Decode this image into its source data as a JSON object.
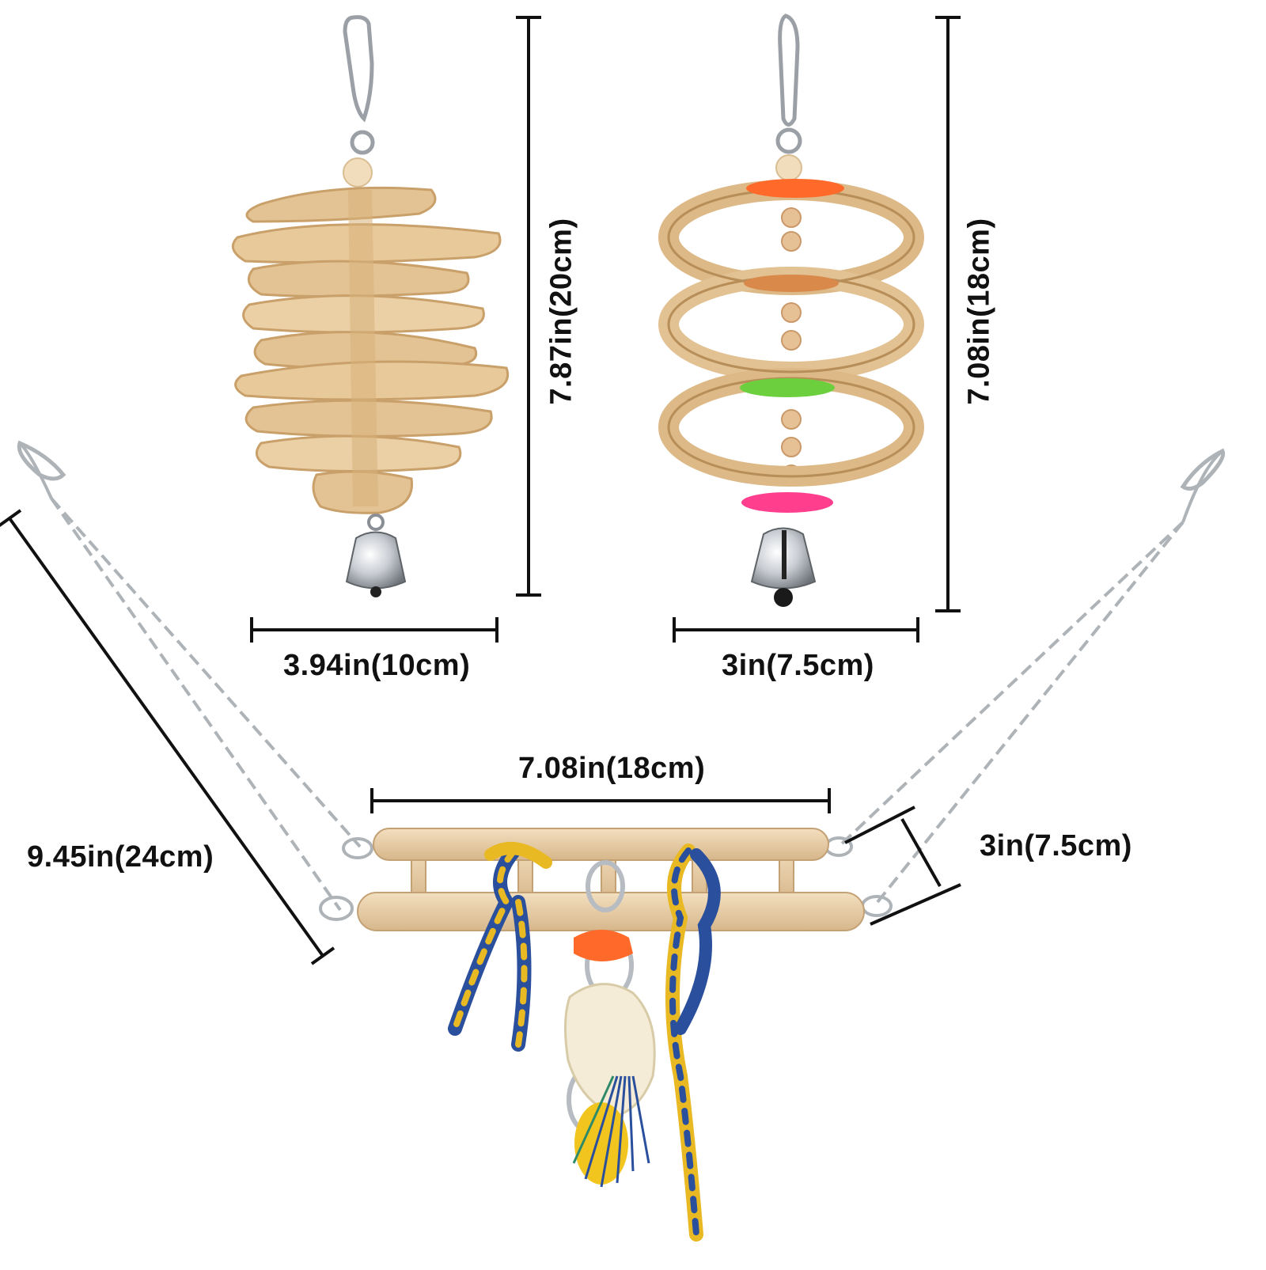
{
  "toy_left": {
    "height_label": "7.87in(20cm)",
    "width_label": "3.94in(10cm)"
  },
  "toy_right": {
    "height_label": "7.08in(18cm)",
    "width_label": "3in(7.5cm)"
  },
  "swing": {
    "width_label": "7.08in(18cm)",
    "chain_label": "9.45in(24cm)",
    "depth_label": "3in(7.5cm)"
  },
  "colors": {
    "straw": "#e3c393",
    "straw_shadow": "#c9a06a",
    "wood": "#e8cfa9",
    "chain": "#b9bcc0",
    "rope_blue": "#2a4f9c",
    "rope_yellow": "#e8b923",
    "orange_flower": "#ff6a2b",
    "tan_flower": "#d98a4a",
    "green_flower": "#6ccf3d",
    "pink_flower": "#ff3f8e"
  }
}
